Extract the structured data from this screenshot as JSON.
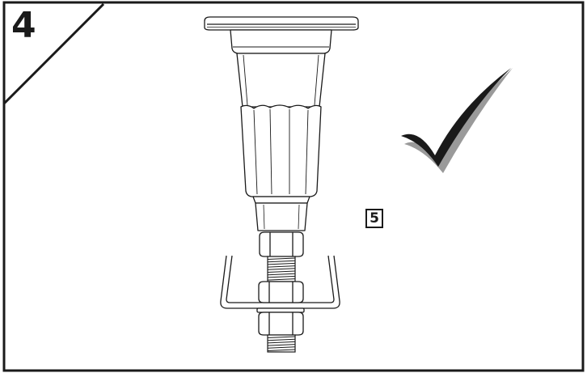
{
  "step": {
    "number": "4"
  },
  "callout": {
    "label": "5"
  },
  "status": {
    "icon": "checkmark-icon",
    "meaning": "correct"
  },
  "colors": {
    "line": "#1a1a1a",
    "shadow": "#9a9a9a",
    "background": "#ffffff"
  }
}
